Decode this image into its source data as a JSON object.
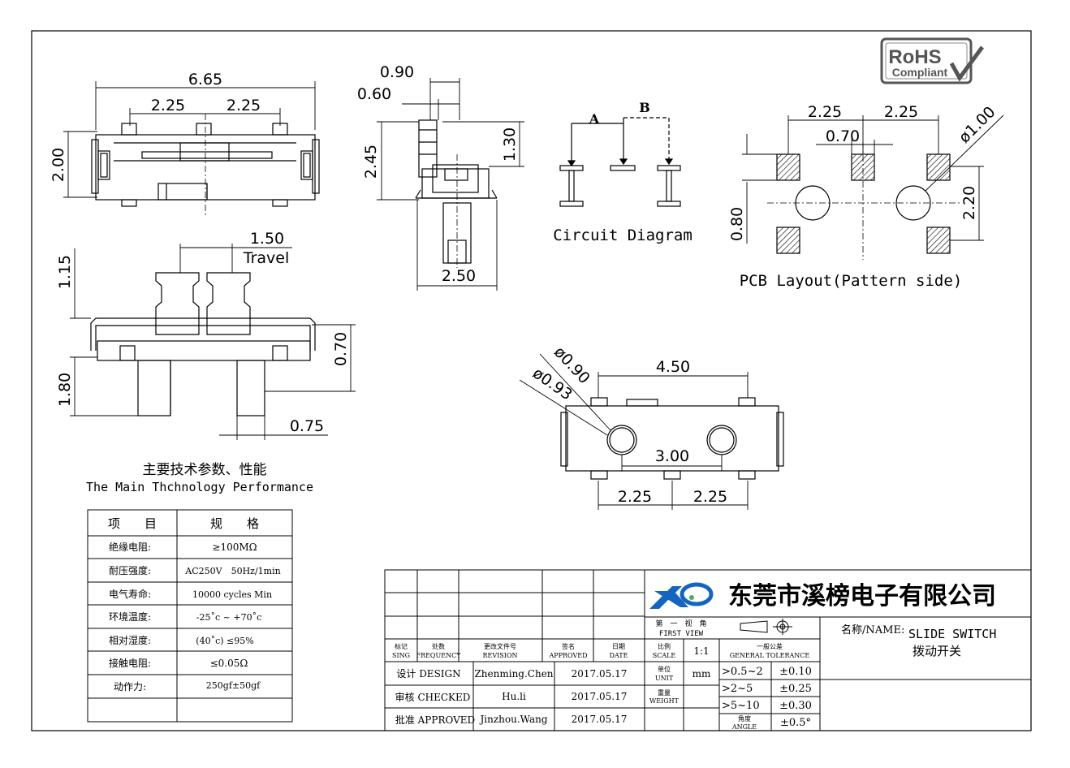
{
  "drawing": {
    "top_view": {
      "overall_width": "6.65",
      "pitch_left": "2.25",
      "pitch_right": "2.25",
      "height": "2.00"
    },
    "front_view": {
      "dim_090": "0.90",
      "dim_060": "0.60",
      "dim_130": "1.30",
      "dim_245": "2.45",
      "dim_250": "2.50"
    },
    "side_view": {
      "travel_value": "1.50",
      "travel_label": "Travel",
      "dim_115": "1.15",
      "dim_180": "1.80",
      "dim_070": "0.70",
      "dim_075": "0.75"
    },
    "circuit": {
      "label_a": "A",
      "label_b": "B",
      "title": "Circuit Diagram"
    },
    "pcb": {
      "pitch_left": "2.25",
      "pitch_right": "2.25",
      "pad_070": "0.70",
      "hole_dia": "ø1.00",
      "dim_080": "0.80",
      "dim_220": "2.20",
      "title": "PCB Layout(Pattern side)"
    },
    "bottom_view": {
      "hole_090": "ø0.90",
      "hole_093": "ø0.93",
      "width": "4.50",
      "hole_pitch": "3.00",
      "pitch_left": "2.25",
      "pitch_right": "2.25"
    },
    "rohs": {
      "line1": "RoHS",
      "line2": "Compliant"
    }
  },
  "performance": {
    "title_cn": "主要技术参数、性能",
    "title_en": "The Main Thchnology Performance",
    "header": {
      "item": "项　　目",
      "spec": "规　　格"
    },
    "rows": [
      {
        "item": "绝缘电阻:",
        "spec": "≥100MΩ"
      },
      {
        "item": "耐压强度:",
        "spec": "AC250V　50Hz/1min"
      },
      {
        "item": "电气寿命:",
        "spec": "10000 cycles Min"
      },
      {
        "item": "环境温度:",
        "spec": "-25˚c ~ +70˚c"
      },
      {
        "item": "相对湿度:",
        "spec": "(40˚c) ≤95%"
      },
      {
        "item": "接触电阻:",
        "spec": "≤0.05Ω"
      },
      {
        "item": "动作力:",
        "spec": "250gf±50gf"
      },
      {
        "item": "",
        "spec": ""
      }
    ]
  },
  "title_block": {
    "company": "东莞市溪榜电子有限公司",
    "first_view_cn": "第　一　视　角",
    "first_view_en": "FIRST VIEW",
    "rev_headers": [
      {
        "cn": "标记",
        "en": "SING"
      },
      {
        "cn": "处数",
        "en": "FREQUENCY"
      },
      {
        "cn": "更改文件号",
        "en": "REVISION"
      },
      {
        "cn": "签名",
        "en": "APPROVED"
      },
      {
        "cn": "日期",
        "en": "DATE"
      }
    ],
    "scale_cn": "比例",
    "scale_en": "SCALE",
    "scale_value": "1:1",
    "tolerance_cn": "一般公差",
    "tolerance_en": "GENERAL TOLERANCE",
    "unit_cn": "单位",
    "unit_en": "UNIT",
    "unit_value": "mm",
    "weight_cn": "重量",
    "weight_en": "WEIGHT",
    "angle_cn": "角度",
    "angle_en": "ANGLE",
    "tolerances": [
      {
        "range": ">0.5~2",
        "value": "±0.10"
      },
      {
        "range": ">2~5",
        "value": "±0.25"
      },
      {
        "range": ">5~10",
        "value": "±0.30"
      },
      {
        "range": "",
        "value": "±0.5°"
      }
    ],
    "name_label": "名称/NAME:",
    "name_en": "SLIDE SWITCH",
    "name_cn": "拨动开关",
    "signoffs": [
      {
        "role": "设计 DESIGN",
        "name": "Zhenming.Chen",
        "date": "2017.05.17"
      },
      {
        "role": "审核 CHECKED",
        "name": "Hu.li",
        "date": "2017.05.17"
      },
      {
        "role": "批准 APPROVED",
        "name": "Jinzhou.Wang",
        "date": "2017.05.17"
      }
    ]
  }
}
